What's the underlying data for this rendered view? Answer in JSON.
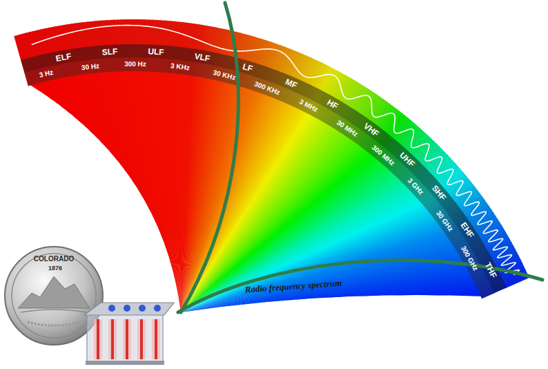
{
  "diagram": {
    "caption": "Radio frequency spectrum",
    "labels": [
      "ELF",
      "SLF",
      "ULF",
      "VLF",
      "LF",
      "MF",
      "HF",
      "VHF",
      "UHF",
      "SHF",
      "EHF",
      "THF",
      "3 Hz",
      "30 Hz",
      "300 Hz",
      "3 KHz",
      "30 KHz",
      "300 KHz",
      "3 MHz",
      "30 MHz",
      "300 MHz",
      "3 GHz",
      "30 GHz",
      "300 GHz",
      "COLORADO",
      "1876"
    ]
  }
}
